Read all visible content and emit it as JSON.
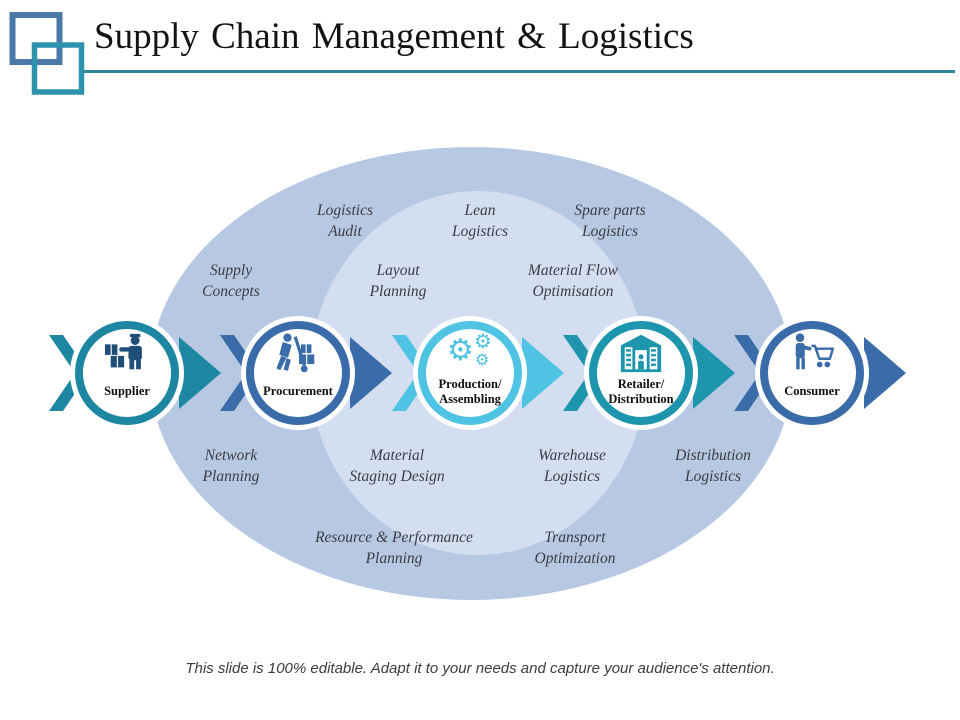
{
  "slide": {
    "title": "Supply Chain Management & Logistics",
    "footer": "This slide is 100% editable. Adapt it to your needs and capture your audience's attention."
  },
  "palette": {
    "teal": "#1d87a2",
    "teal_bright": "#1d96ad",
    "steel_blue": "#3a6ca9",
    "cyan": "#4fc3e3",
    "icon_navy": "#1f4e79",
    "outer_ellipse": "#b6c8e2",
    "inner_ellipse": "#d3dff0",
    "title_rule": "#31859b",
    "logo_square_blue": "#4a79a8",
    "logo_square_teal": "#2d93ad"
  },
  "diagram": {
    "nodes": [
      {
        "label": "Supplier",
        "color": "#1d87a2",
        "icon": "worker-with-boxes-icon"
      },
      {
        "label": "Procurement",
        "color": "#3a6ca9",
        "icon": "hand-truck-worker-icon"
      },
      {
        "label": "Production/\nAssembling",
        "color": "#4fc3e3",
        "icon": "gears-icon"
      },
      {
        "label": "Retailer/\nDistribution",
        "color": "#1d96ad",
        "icon": "storefront-icon"
      },
      {
        "label": "Consumer",
        "color": "#3a6ca9",
        "icon": "shopping-cart-person-icon"
      }
    ],
    "annotations": [
      "Logistics\nAudit",
      "Lean\nLogistics",
      "Spare parts\nLogistics",
      "Supply\nConcepts",
      "Layout\nPlanning",
      "Material Flow\nOptimisation",
      "Network\nPlanning",
      "Material\nStaging Design",
      "Warehouse\nLogistics",
      "Distribution\nLogistics",
      "Resource & Performance\nPlanning",
      "Transport\nOptimization"
    ]
  }
}
